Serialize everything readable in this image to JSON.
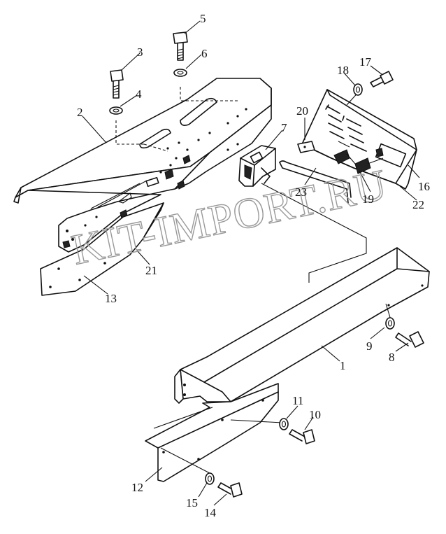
{
  "watermark": "KIT-IMPORT.RU",
  "callouts": {
    "c1": "1",
    "c2": "2",
    "c3": "3",
    "c4": "4",
    "c5": "5",
    "c6": "6",
    "c7": "7",
    "c8": "8",
    "c9": "9",
    "c10": "10",
    "c11": "11",
    "c12": "12",
    "c13": "13",
    "c14": "14",
    "c15": "15",
    "c16": "16",
    "c17": "17",
    "c18": "18",
    "c19": "19",
    "c20": "20",
    "c21": "21",
    "c22": "22",
    "c23": "23"
  }
}
